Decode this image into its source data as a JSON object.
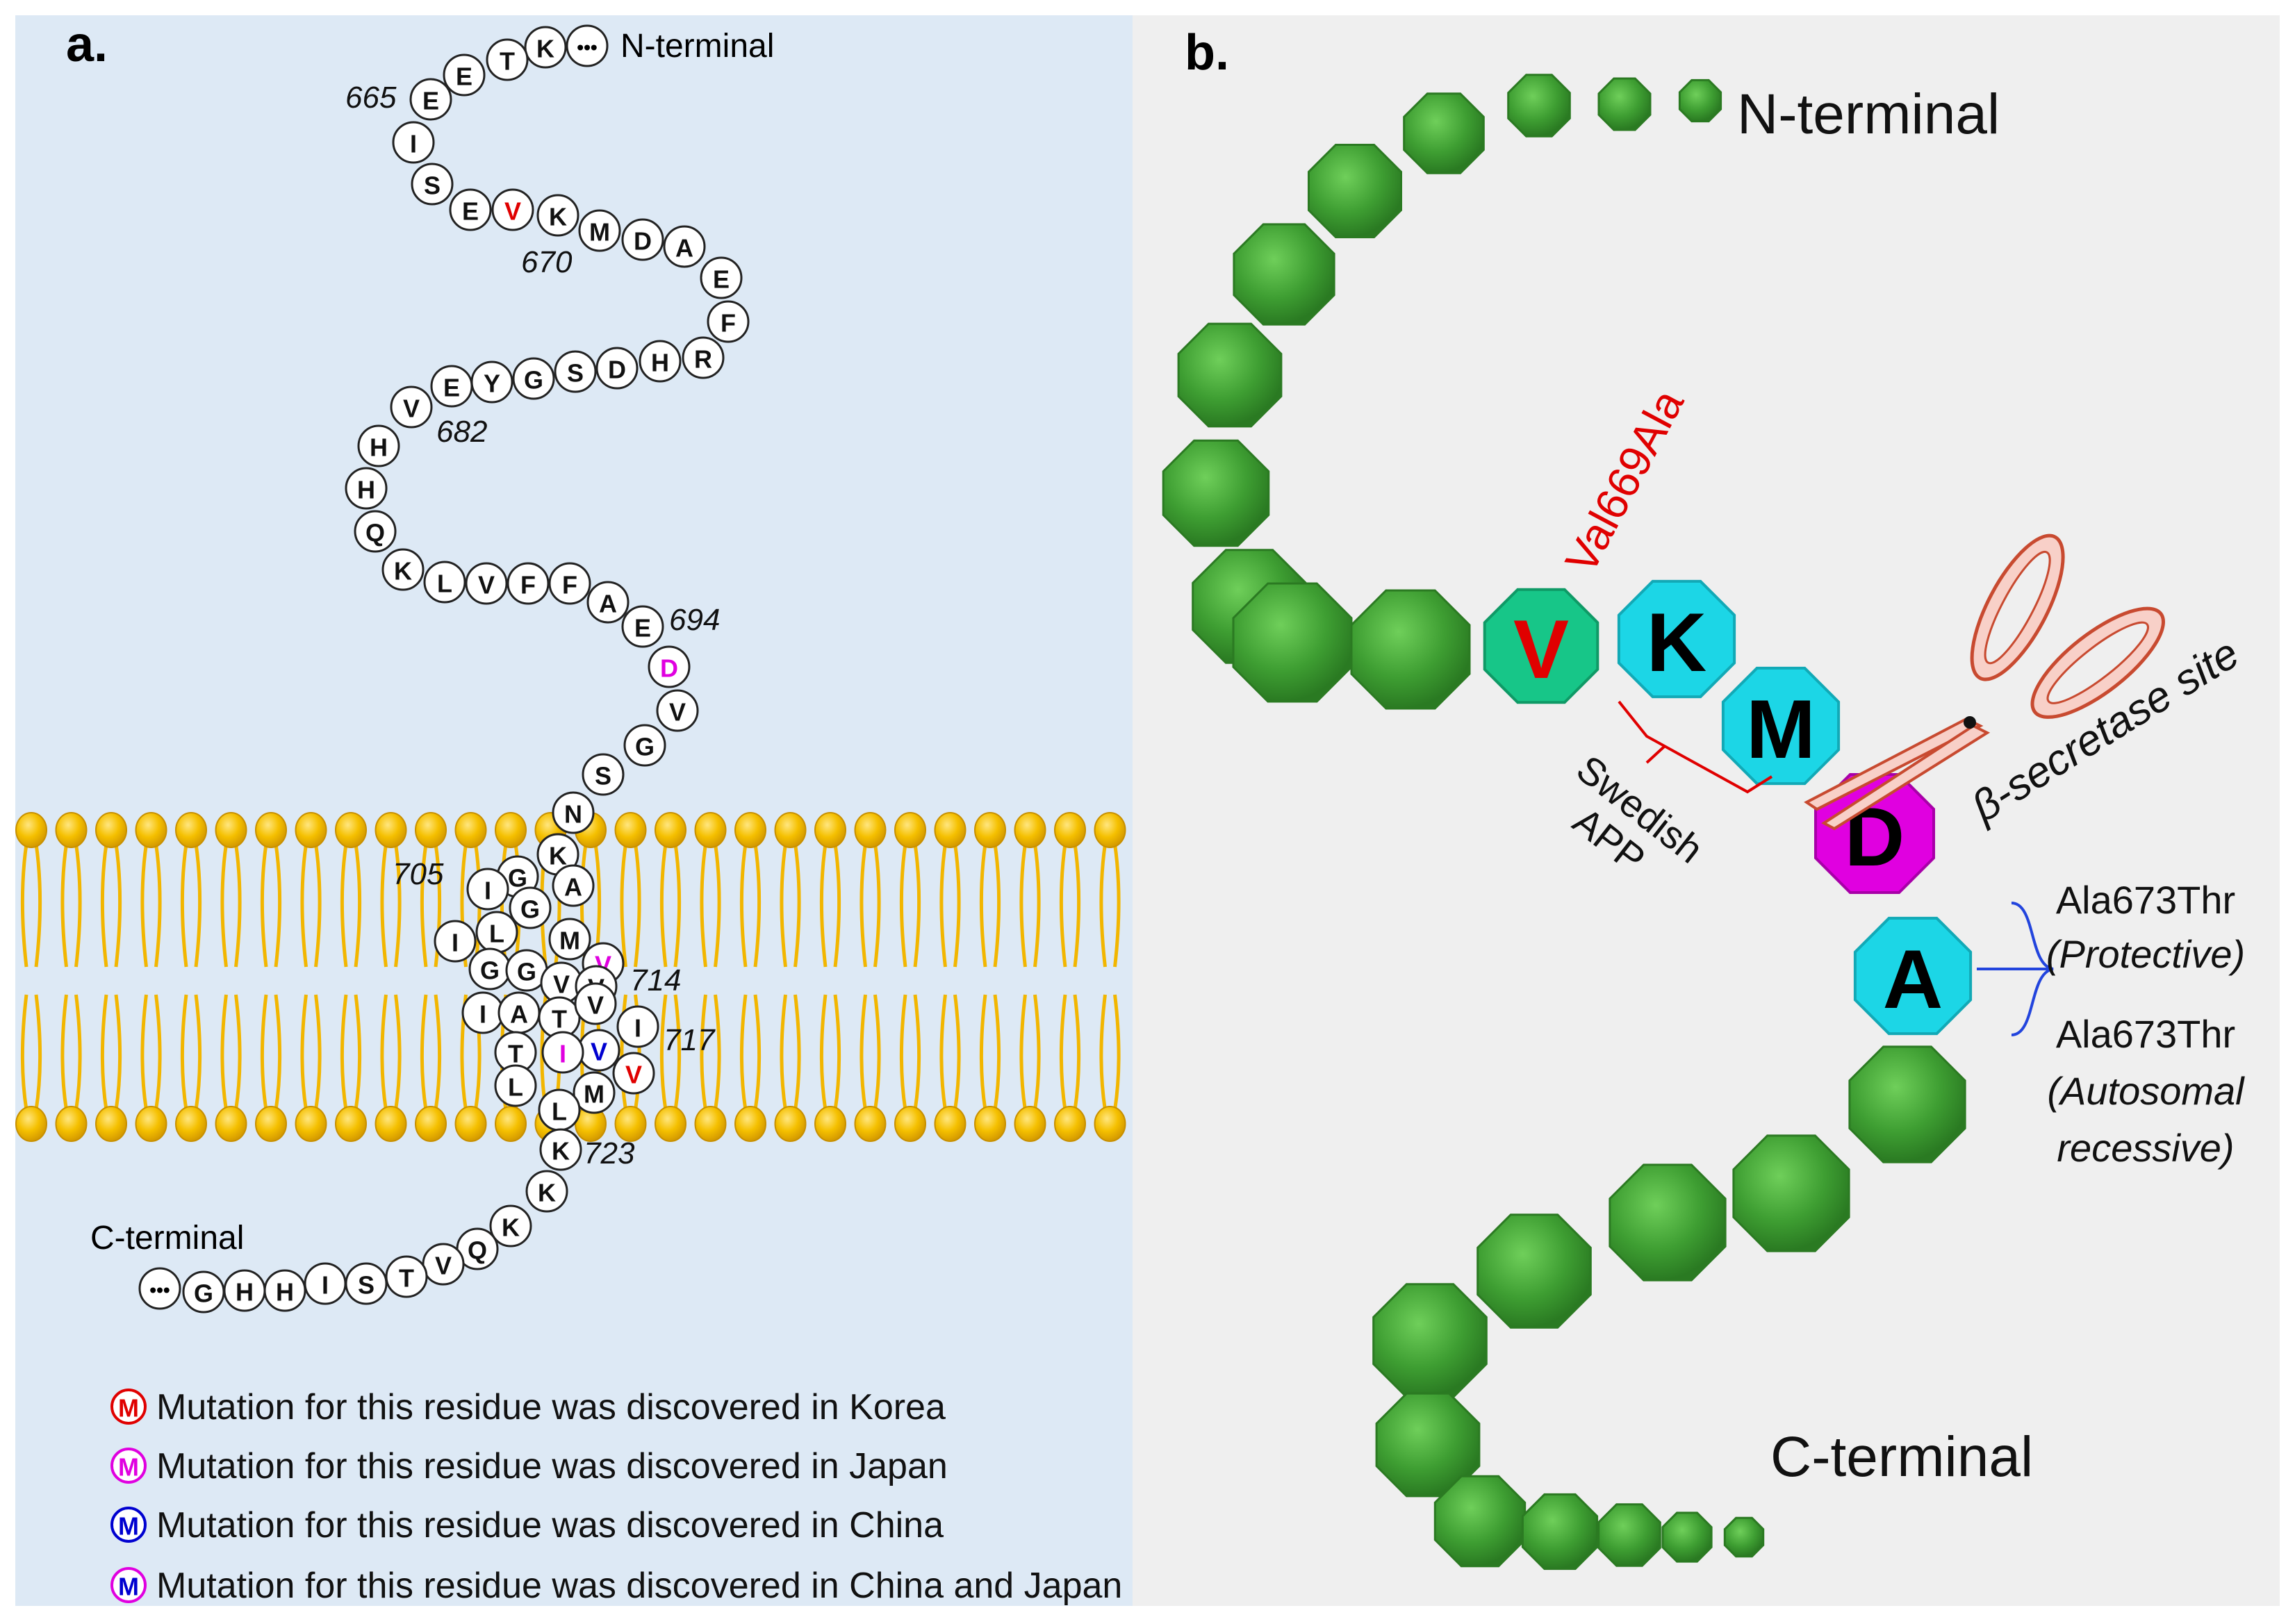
{
  "panel_a": {
    "label": "a.",
    "n_terminal": "N-terminal",
    "c_terminal": "C-terminal",
    "ellipsis": "•••",
    "colors": {
      "background": "#dde9f5",
      "lipid": "#f2b600",
      "korea": "#e00000",
      "japan": "#e000e0",
      "china": "#0000d0"
    },
    "residues": [
      {
        "aa": "K"
      },
      {
        "aa": "T"
      },
      {
        "aa": "E"
      },
      {
        "aa": "E"
      },
      {
        "aa": "I"
      },
      {
        "aa": "S"
      },
      {
        "aa": "E"
      },
      {
        "aa": "V",
        "mut": "korea"
      },
      {
        "aa": "K"
      },
      {
        "aa": "M"
      },
      {
        "aa": "D"
      },
      {
        "aa": "A"
      },
      {
        "aa": "E"
      },
      {
        "aa": "F"
      },
      {
        "aa": "R"
      },
      {
        "aa": "H"
      },
      {
        "aa": "D"
      },
      {
        "aa": "S"
      },
      {
        "aa": "G"
      },
      {
        "aa": "Y"
      },
      {
        "aa": "E"
      },
      {
        "aa": "V"
      },
      {
        "aa": "H"
      },
      {
        "aa": "H"
      },
      {
        "aa": "Q"
      },
      {
        "aa": "K"
      },
      {
        "aa": "L"
      },
      {
        "aa": "V"
      },
      {
        "aa": "F"
      },
      {
        "aa": "F"
      },
      {
        "aa": "A"
      },
      {
        "aa": "E"
      },
      {
        "aa": "D",
        "mut": "japan"
      },
      {
        "aa": "V"
      },
      {
        "aa": "G"
      },
      {
        "aa": "S"
      },
      {
        "aa": "N"
      },
      {
        "aa": "K"
      },
      {
        "aa": "G"
      },
      {
        "aa": "A"
      },
      {
        "aa": "I"
      },
      {
        "aa": "I"
      },
      {
        "aa": "G"
      },
      {
        "aa": "L"
      },
      {
        "aa": "M"
      },
      {
        "aa": "V",
        "mut": "japan"
      },
      {
        "aa": "G"
      },
      {
        "aa": "G"
      },
      {
        "aa": "V"
      },
      {
        "aa": "V"
      },
      {
        "aa": "I"
      },
      {
        "aa": "A"
      },
      {
        "aa": "T"
      },
      {
        "aa": "V"
      },
      {
        "aa": "I"
      },
      {
        "aa": "V",
        "mut": "china"
      },
      {
        "aa": "I",
        "mut": "japan"
      },
      {
        "aa": "T"
      },
      {
        "aa": "L"
      },
      {
        "aa": "V",
        "mut": "korea"
      },
      {
        "aa": "M"
      },
      {
        "aa": "L"
      },
      {
        "aa": "K"
      },
      {
        "aa": "K"
      },
      {
        "aa": "K"
      },
      {
        "aa": "Q"
      },
      {
        "aa": "V"
      },
      {
        "aa": "T"
      },
      {
        "aa": "S"
      },
      {
        "aa": "I"
      },
      {
        "aa": "H"
      },
      {
        "aa": "H"
      },
      {
        "aa": "G"
      }
    ],
    "numbers": [
      "665",
      "670",
      "682",
      "694",
      "705",
      "714",
      "717",
      "723"
    ],
    "legend": [
      {
        "symbol": "M",
        "type": "korea",
        "text": "Mutation for this residue was discovered in Korea"
      },
      {
        "symbol": "M",
        "type": "japan",
        "text": "Mutation for this residue was discovered in Japan"
      },
      {
        "symbol": "M",
        "type": "china",
        "text": "Mutation for this residue was discovered in China"
      },
      {
        "symbol": "M",
        "type": "china_japan",
        "text": "Mutation for this residue was discovered in China and Japan"
      }
    ]
  },
  "panel_b": {
    "label": "b.",
    "n_terminal": "N-terminal",
    "c_terminal": "C-terminal",
    "colors": {
      "background": "#efefef",
      "bead": "#3e9e32",
      "cyan": "#1cd6e6",
      "magenta": "#e000e0",
      "teal": "#17c688",
      "red": "#e00000",
      "blue": "#2244dd"
    },
    "residues": [
      "V",
      "K",
      "M",
      "D",
      "A"
    ],
    "val669ala": "Val669Ala",
    "swedish_line1": "Swedish",
    "swedish_line2": "APP",
    "beta_secretase": "β-secretase site",
    "protective_name": "Ala673Thr",
    "protective_note": "(Protective)",
    "recessive_name": "Ala673Thr",
    "recessive_note_1": "(Autosomal",
    "recessive_note_2": "recessive)"
  }
}
